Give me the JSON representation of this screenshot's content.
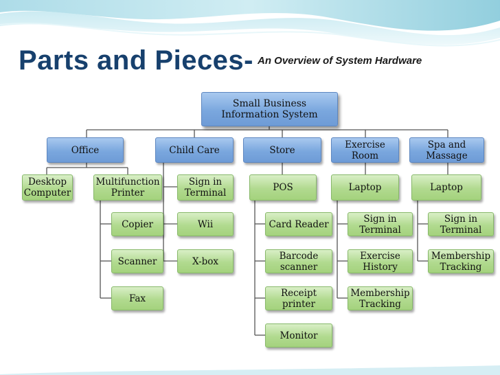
{
  "title": {
    "main": "Parts and Pieces-",
    "subtitle": "An Overview of System Hardware"
  },
  "colors": {
    "title": "#17406d",
    "blue_box": "#7aa7de",
    "green_box": "#b1da8f",
    "connector": "#555555"
  },
  "diagram": {
    "root": {
      "line1": "Small Business",
      "line2": "Information System"
    },
    "office": {
      "label": "Office",
      "desktop": {
        "line1": "Desktop",
        "line2": "Computer"
      },
      "printer": {
        "line1": "Multifunction",
        "line2": "Printer"
      },
      "printer_children": [
        "Copier",
        "Scanner",
        "Fax"
      ]
    },
    "child_care": {
      "label": "Child Care",
      "sign_in": {
        "line1": "Sign in",
        "line2": "Terminal"
      },
      "children": [
        "Wii",
        "X-box"
      ]
    },
    "store": {
      "label": "Store",
      "pos": "POS",
      "card_reader": "Card Reader",
      "barcode": {
        "line1": "Barcode",
        "line2": "scanner"
      },
      "receipt": {
        "line1": "Receipt",
        "line2": "printer"
      },
      "monitor": "Monitor"
    },
    "exercise": {
      "label": {
        "line1": "Exercise",
        "line2": "Room"
      },
      "laptop": "Laptop",
      "sign_in": {
        "line1": "Sign in",
        "line2": "Terminal"
      },
      "history": {
        "line1": "Exercise",
        "line2": "History"
      },
      "membership": {
        "line1": "Membership",
        "line2": "Tracking"
      }
    },
    "spa": {
      "label": {
        "line1": "Spa and",
        "line2": "Massage"
      },
      "laptop": "Laptop",
      "sign_in": {
        "line1": "Sign in",
        "line2": "Terminal"
      },
      "membership": {
        "line1": "Membership",
        "line2": "Tracking"
      }
    }
  }
}
